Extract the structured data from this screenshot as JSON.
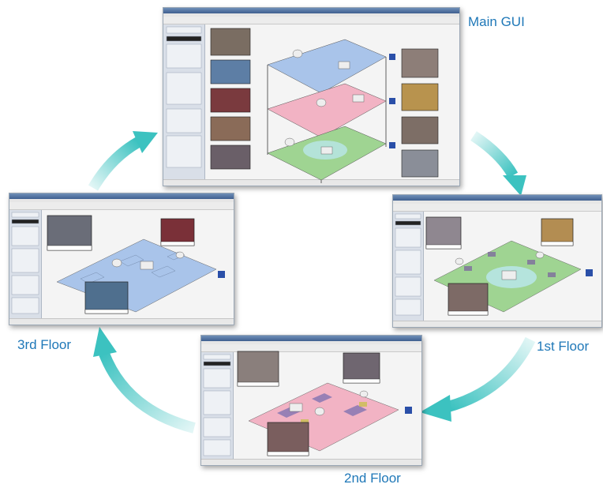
{
  "captions": {
    "main": "Main GUI",
    "floor3": "3rd Floor",
    "floor1": "1st Floor",
    "floor2": "2nd Floor"
  },
  "colors": {
    "caption": "#1f78b8",
    "arrow": "#3cc2c0",
    "floor3_plan": "#a9c4ea",
    "floor2_plan": "#f2b3c4",
    "floor1_plan": "#9fd492",
    "titlebar": "#4a6a9a"
  },
  "windows": {
    "main": {
      "label": "Main GUI window"
    },
    "floor3": {
      "label": "3rd Floor window"
    },
    "floor1": {
      "label": "1st Floor window"
    },
    "floor2": {
      "label": "2nd Floor window"
    }
  },
  "arrows": [
    "cycle-arrow-top-left",
    "cycle-arrow-top-right",
    "cycle-arrow-bottom-right",
    "cycle-arrow-bottom-left"
  ]
}
